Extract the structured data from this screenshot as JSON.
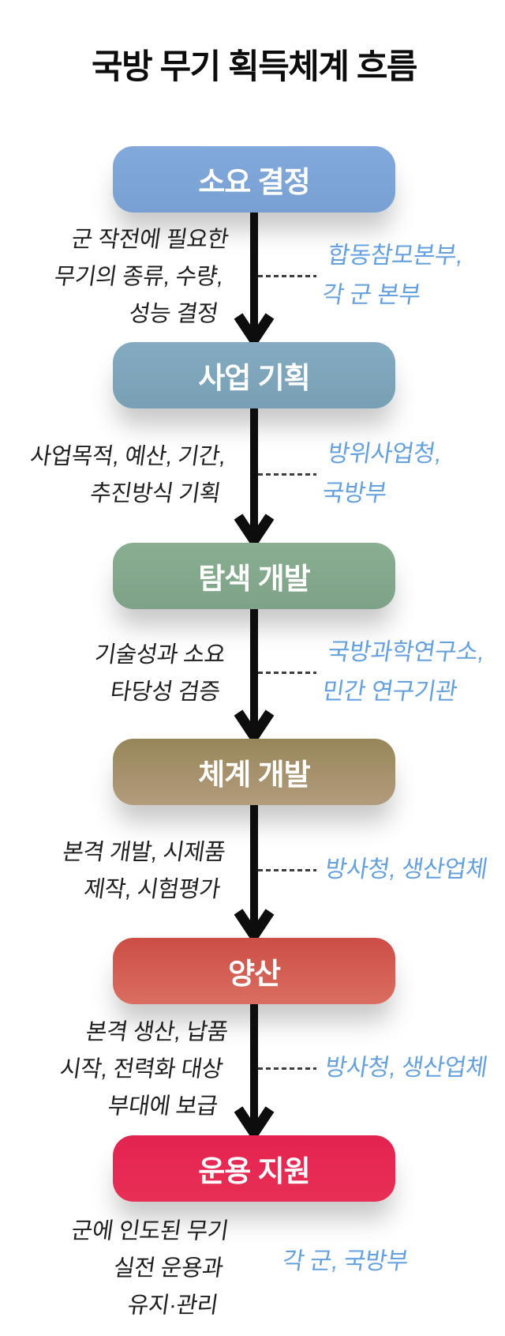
{
  "title": "국방 무기 획득체계 흐름",
  "palette": {
    "stage1_blue": "#7da5d8",
    "stage2_steel_blue": "#7ea6bd",
    "stage3_sage_green": "#84a98d",
    "stage4_olive": "#a5915f",
    "stage5_soft_red": "#d35b51",
    "stage6_crimson": "#e5264e",
    "org_text_blue": "#66a1df",
    "desc_text": "#1f1f1f",
    "arrow_black": "#0d0d0d",
    "box_label_white": "#ffffff"
  },
  "stages": [
    {
      "label": "소요 결정",
      "desc": "군 작전에 필요한\n무기의 종류, 수량,\n성능 결정",
      "org": "합동참모본부,\n각 군 본부",
      "color": "#7da5d8"
    },
    {
      "label": "사업 기획",
      "desc": "사업목적, 예산, 기간,\n추진방식 기획",
      "org": "방위사업청,\n국방부",
      "color": "#7ea6bd"
    },
    {
      "label": "탐색 개발",
      "desc": "기술성과 소요\n타당성 검증",
      "org": "국방과학연구소,\n민간 연구기관",
      "color": "#84a98d"
    },
    {
      "label": "체계 개발",
      "desc": "본격 개발, 시제품\n제작, 시험평가",
      "org": "방사청, 생산업체",
      "color": "#a5915f"
    },
    {
      "label": "양산",
      "desc": "본격 생산, 납품\n시작, 전력화 대상\n부대에 보급",
      "org": "방사청, 생산업체",
      "color": "#d35b51"
    },
    {
      "label": "운용 지원",
      "desc": "군에 인도된 무기\n실전 운용과\n유지·관리",
      "org": "각 군, 국방부",
      "color": "#e5264e"
    }
  ]
}
